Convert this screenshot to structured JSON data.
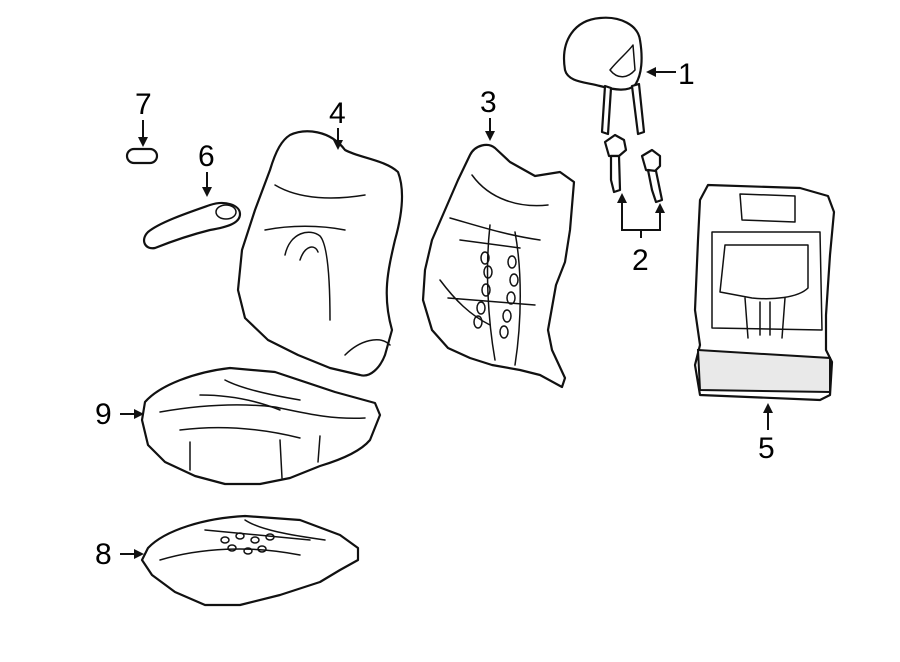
{
  "diagram": {
    "parts": [
      {
        "number": "1",
        "part": "headrest"
      },
      {
        "number": "2",
        "part": "headrest-guide"
      },
      {
        "number": "3",
        "part": "seat-back-pad"
      },
      {
        "number": "4",
        "part": "seat-back-cover"
      },
      {
        "number": "5",
        "part": "seat-back-frame"
      },
      {
        "number": "6",
        "part": "armrest"
      },
      {
        "number": "7",
        "part": "armrest-cap"
      },
      {
        "number": "8",
        "part": "seat-cushion-pad"
      },
      {
        "number": "9",
        "part": "seat-cushion-cover"
      }
    ]
  }
}
